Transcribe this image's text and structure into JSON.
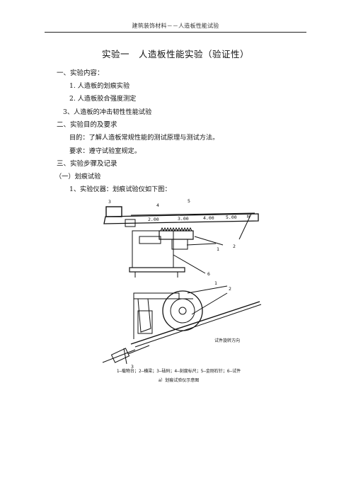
{
  "header": {
    "text": "建筑装饰材料－－人造板性能试验"
  },
  "title": "实验一　人造板性能实验（验证性）",
  "sections": [
    {
      "heading": "一、实验内容：",
      "items": [
        "1. 人造板的划痕实验",
        "2. 人造板胶合强度测定",
        "3、人造板的冲击韧性性能试验"
      ]
    },
    {
      "heading": "二、实验目的及要求",
      "items": [
        "目的：了解人造板常规性能的测试原理与测试方法。",
        "要求：遵守试验室规定。"
      ]
    },
    {
      "heading": "三、实验步骤及记录",
      "items": [
        "（一）划痕试验",
        "1、实验仪器：划痕试验仪如下图："
      ]
    }
  ],
  "figure": {
    "top_labels": [
      "3",
      "4",
      "5"
    ],
    "scale_values": [
      "2.00",
      "3.00",
      "4.00",
      "5.00",
      "N"
    ],
    "side_labels": [
      "1",
      "2",
      "6"
    ],
    "lower_labels": [
      "1",
      "2",
      "3"
    ],
    "rotation_label": "试件旋转方向",
    "legend": "1—载物台；2—横梁；3—砝码；4—刻度标尺；5—金刚石针；6—试件",
    "caption": "a）划痕试验仪示意图"
  }
}
